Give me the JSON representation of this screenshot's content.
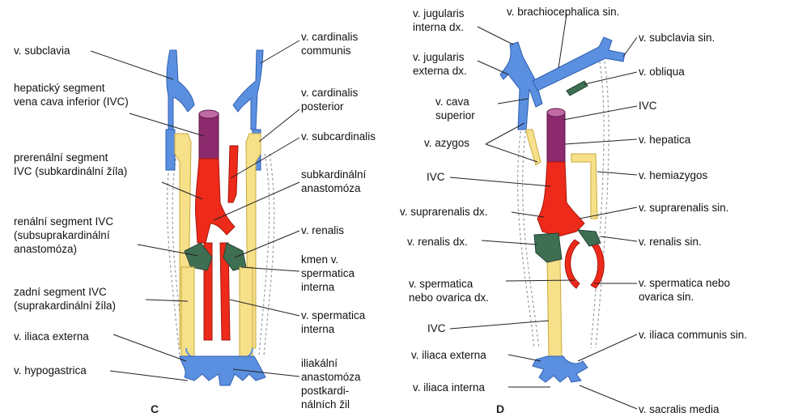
{
  "colors": {
    "vein_blue": "#5b8fe0",
    "arterial_red": "#ee2a1a",
    "hepatic_purple": "#8c2a6e",
    "anastomosis_green": "#3f6f52",
    "supracardinal_yellow": "#f6e08a",
    "leader_line": "#222222"
  },
  "panel_c": {
    "letter": "C",
    "labels": {
      "v_subclavia": "v. subclavia",
      "hepaticky_segment": "hepatický segment\nvena cava inferior (IVC)",
      "prerenalni_segment": "prerenální segment\nIVC (subkardinální žíla)",
      "renalni_segment": "renální segment IVC\n(subsuprakardinální\nanastomóza)",
      "zadni_segment": "zadní segment IVC\n(suprakardinální žíla)",
      "v_iliaca_externa": "v. iliaca externa",
      "v_hypogastrica": "v. hypogastrica",
      "v_cardinalis_communis": "v. cardinalis\ncommunis",
      "v_cardinalis_posterior": "v. cardinalis\nposterior",
      "v_subcardinalis": "v. subcardinalis",
      "subkardinalni_anastomoza": "subkardinální\nanastomóza",
      "v_renalis": "v. renalis",
      "kmen_v_spermatica": "kmen v.\nspermatica\ninterna",
      "v_spermatica_interna": "v. spermatica\ninterna",
      "iliakalni_anastomoza": "iliakální\nanastomóza\npostkardi-\nnálních žil"
    }
  },
  "panel_d": {
    "letter": "D",
    "labels": {
      "v_jugularis_interna": "v. jugularis\ninterna dx.",
      "v_jugularis_externa": "v. jugularis\nexterna dx.",
      "v_cava_superior": "v. cava\nsuperior",
      "v_azygos": "v. azygos",
      "ivc_mid": "IVC",
      "v_suprarenalis_dx": "v. suprarenalis dx.",
      "v_renalis_dx": "v. renalis dx.",
      "v_spermatica_dx": "v. spermatica\nnebo ovarica dx.",
      "ivc_low": "IVC",
      "v_iliaca_externa": "v. iliaca externa",
      "v_iliaca_interna": "v. iliaca interna",
      "v_brachiocephalica": "v. brachiocephalica sin.",
      "v_subclavia_sin": "v. subclavia sin.",
      "v_obliqua": "v. obliqua",
      "ivc_top": "IVC",
      "v_hepatica": "v. hepatica",
      "v_hemiazygos": "v. hemiazygos",
      "v_suprarenalis_sin": "v. suprarenalis sin.",
      "v_renalis_sin": "v. renalis sin.",
      "v_spermatica_sin": "v. spermatica nebo\novarica sin.",
      "v_iliaca_communis_sin": "v. iliaca communis sin.",
      "v_sacralis_media": "v. sacralis media"
    }
  }
}
